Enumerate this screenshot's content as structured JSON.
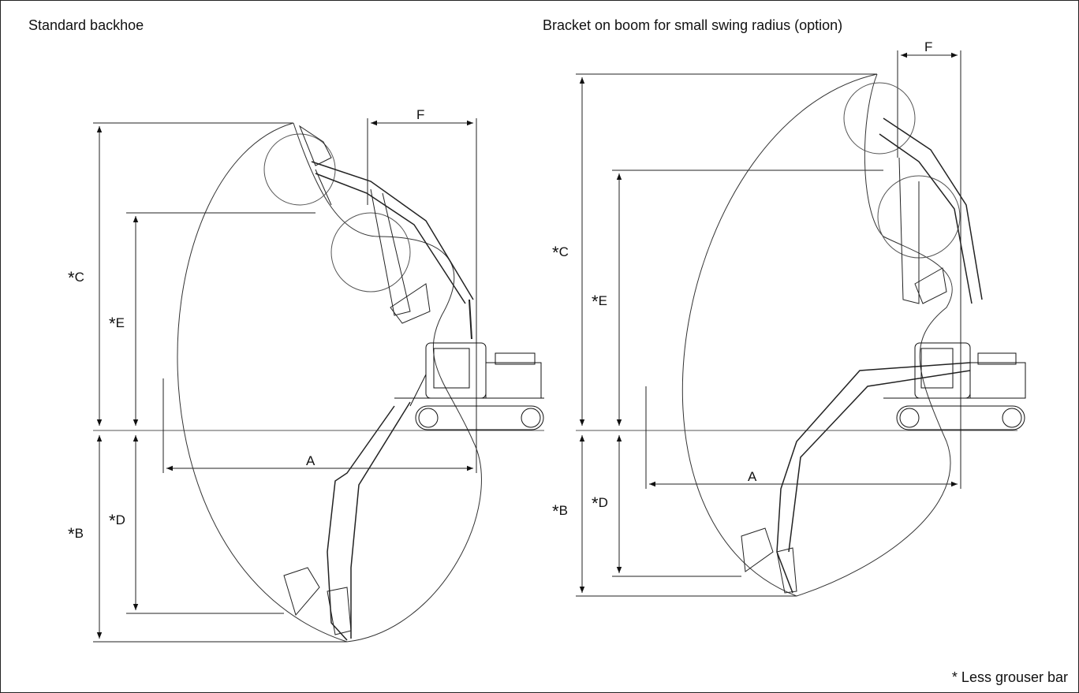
{
  "left_title": "Standard backhoe",
  "right_title": "Bracket on boom for small swing radius (option)",
  "asterisk": "*",
  "dims": {
    "A": "A",
    "B": "B",
    "C": "C",
    "D": "D",
    "E": "E",
    "F": "F"
  },
  "footnote": "* Less grouser bar"
}
